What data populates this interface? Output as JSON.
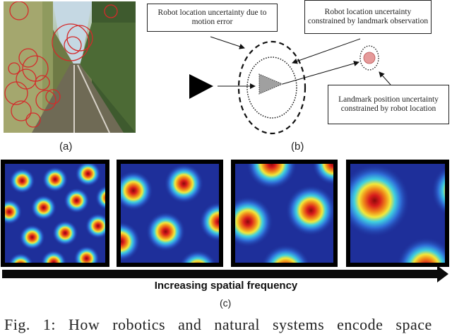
{
  "figure": {
    "panel_a": {
      "label": "(a)",
      "description": "railway forest scene with red feature circles"
    },
    "panel_b": {
      "label": "(b)",
      "callouts": [
        {
          "id": "motion",
          "lines": "Robot location uncertainty due to motion error"
        },
        {
          "id": "landmark-obs",
          "lines": "Robot location uncertainty constrained by landmark observation"
        },
        {
          "id": "landmark-pos",
          "lines": "Landmark position uncertainty constrained by robot location"
        }
      ],
      "colors": {
        "robot_start": "#000000",
        "robot_estimate": "#a0a0a0",
        "landmark": "#e59a9a"
      }
    },
    "panel_c": {
      "label": "(c)",
      "axis_label": "Increasing spatial frequency",
      "heatmaps": 4,
      "colormap": [
        "#1e2f9a",
        "#2f6fd8",
        "#3fd0e0",
        "#f2e83a",
        "#f08a1a",
        "#d81c1c",
        "#8a0a0a"
      ]
    },
    "caption": "Fig. 1: How robotics and natural systems encode space"
  }
}
